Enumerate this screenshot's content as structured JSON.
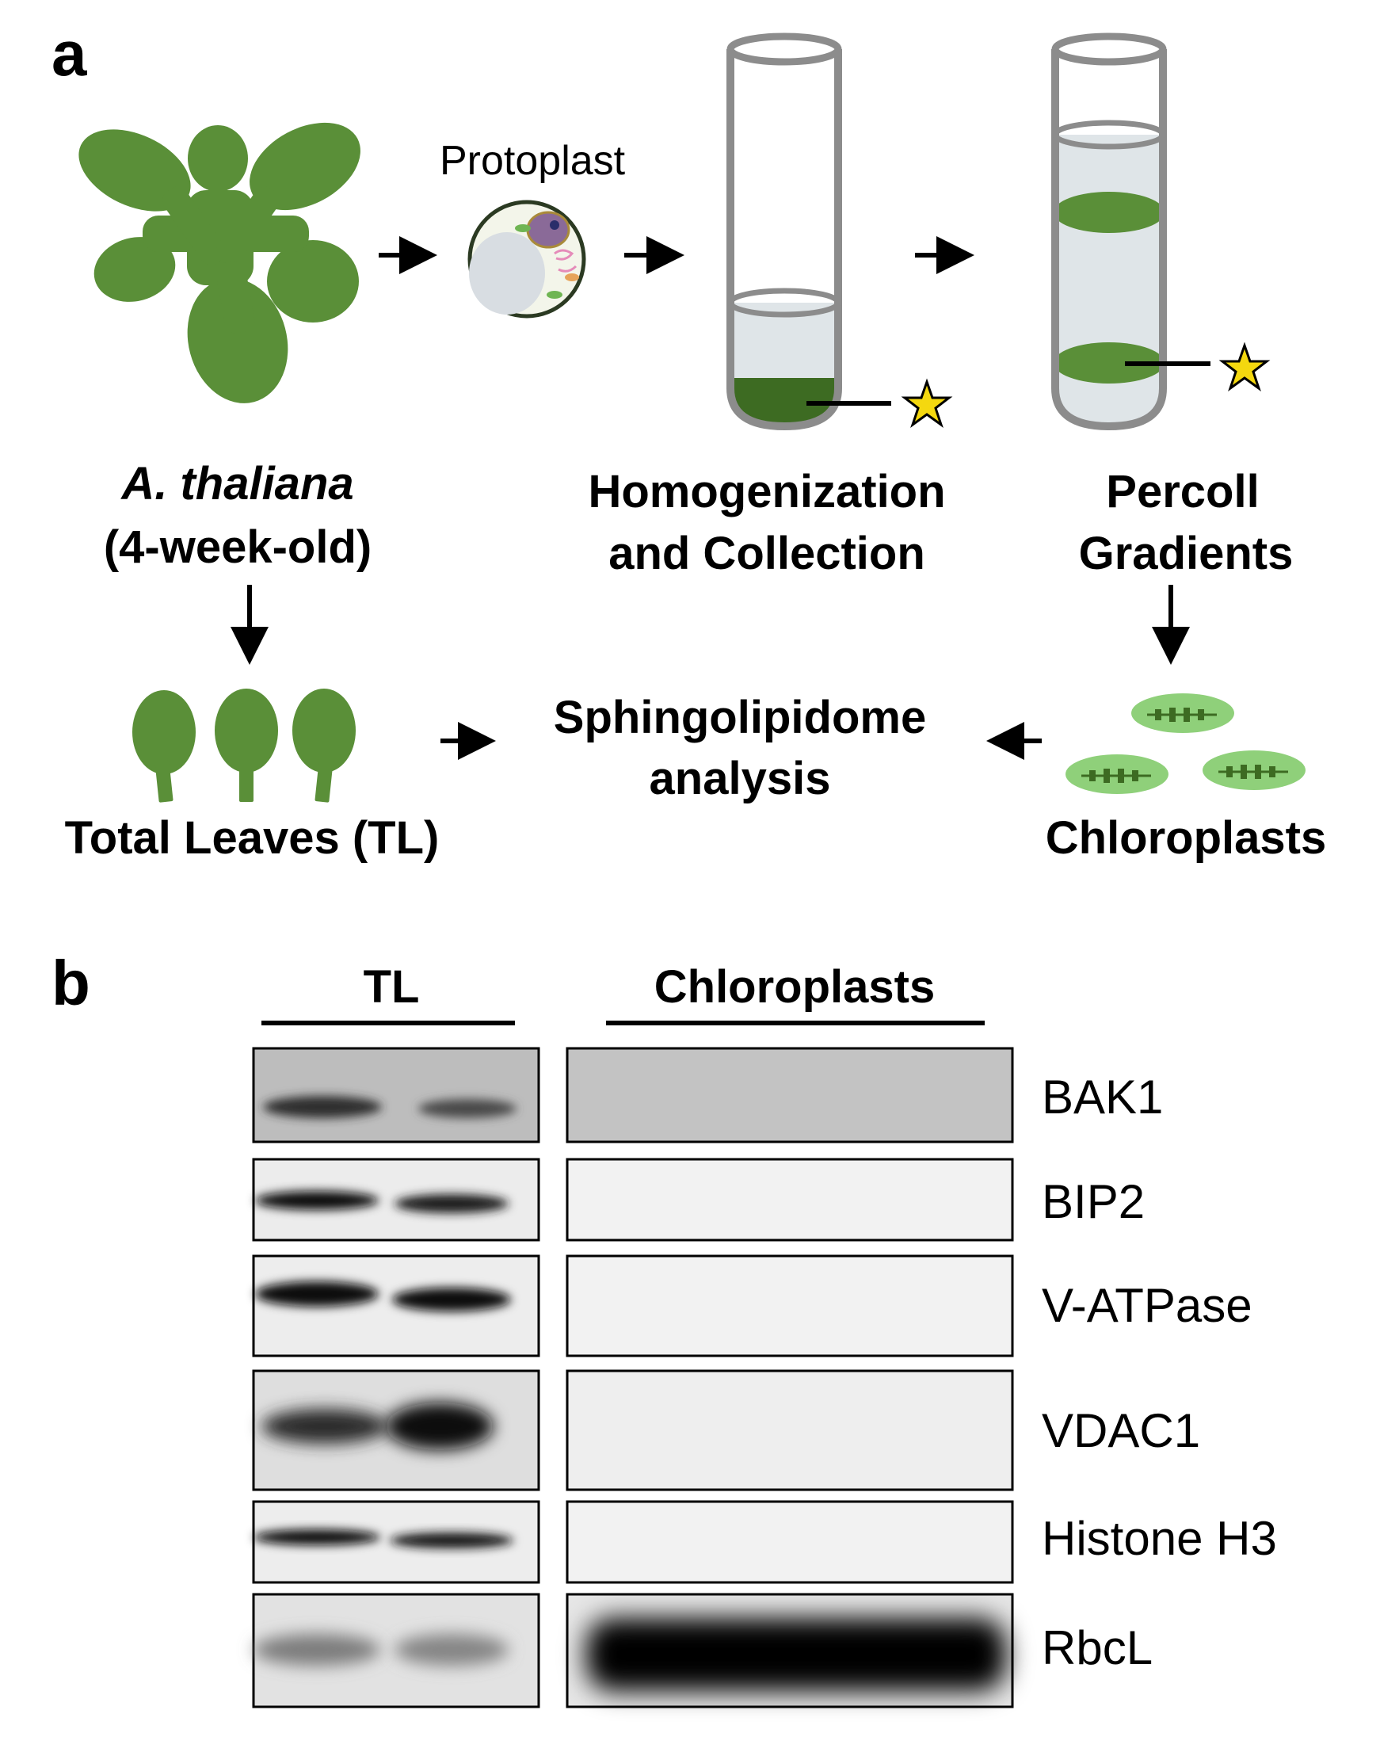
{
  "panel_a": {
    "label": "a",
    "plant_name": "A. thaliana",
    "plant_age": "(4-week-old)",
    "protoplast": "Protoplast",
    "homog_line1": "Homogenization",
    "homog_line2": "and Collection",
    "percoll_line1": "Percoll",
    "percoll_line2": "Gradients",
    "analysis_line1": "Sphingolipidome",
    "analysis_line2": "analysis",
    "total_leaves": "Total Leaves (TL)",
    "chloroplasts": "Chloroplasts",
    "colors": {
      "plant_green": "#5a8f38",
      "dark_green": "#3d6b22",
      "light_green": "#8fd07a",
      "tube_gray": "#8c8c8c",
      "tube_liquid": "#dfe5e8",
      "star": "#f4d80f"
    }
  },
  "panel_b": {
    "label": "b",
    "group_tl": "TL",
    "group_chloroplasts": "Chloroplasts",
    "rows": [
      {
        "name": "BAK1",
        "tl_bands": 2,
        "chloroplast_signal": "none"
      },
      {
        "name": "BIP2",
        "tl_bands": 2,
        "chloroplast_signal": "none"
      },
      {
        "name": "V-ATPase",
        "tl_bands": 2,
        "chloroplast_signal": "none"
      },
      {
        "name": "VDAC1",
        "tl_bands": 2,
        "chloroplast_signal": "none"
      },
      {
        "name": "Histone H3",
        "tl_bands": 2,
        "chloroplast_signal": "none"
      },
      {
        "name": "RbcL",
        "tl_bands": 2,
        "chloroplast_signal": "strong"
      }
    ]
  }
}
